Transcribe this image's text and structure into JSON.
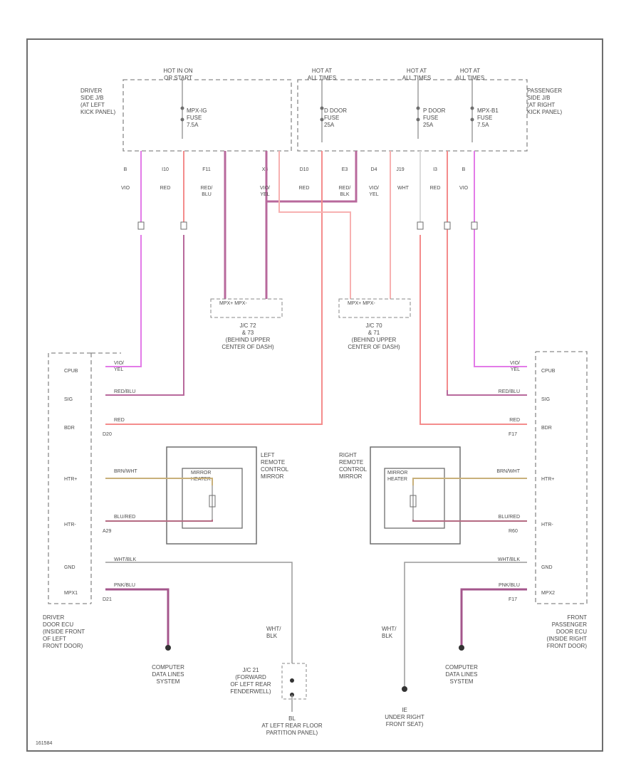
{
  "colors": {
    "frame": "#6e6e6e",
    "dash": "#8a8a8a",
    "text": "#4a4a4a",
    "violet": "#e37be8",
    "red": "#f48c8c",
    "red_blue": "#b8699c",
    "red_yellow": "#f7b1b1",
    "white": "#dcdcdc",
    "brown_white": "#c8b07a",
    "blue_red": "#b46a82",
    "white_black": "#9a9a9a",
    "pink_black": "#a4568c"
  },
  "top": {
    "hot_in_on": "HOT IN ON\nOR START",
    "hot_at_all_times_1": "HOT AT\nALL TIMES",
    "hot_at_all_times_2": "HOT AT\nALL TIMES",
    "hot_at_all_times_3": "HOT AT\nALL TIMES",
    "driver_jb": "DRIVER\nSIDE J/B\n(AT LEFT\nKICK PANEL)",
    "passenger_jb": "PASSENGER\nSIDE J/B\n(AT RIGHT\nKICK PANEL)",
    "fuse_mpx_left": "MPX-IG\nFUSE\n7.5A",
    "fuse_d_door": "D DOOR\nFUSE\n25A",
    "fuse_p_door": "P DOOR\nFUSE\n25A",
    "fuse_mpx_right": "MPX-B1\nFUSE\n7.5A"
  },
  "pins": [
    "B",
    "I10",
    "F11",
    "X3",
    "D10",
    "E3",
    "D4",
    "J19",
    "I3",
    "B"
  ],
  "wire_labels": {
    "vio_1": "VIO",
    "red_1": "RED",
    "red_blu": "RED/\nBLU",
    "vio_yel": "VIO/\nYEL",
    "red_2": "RED",
    "red_blk": "RED/\nBLK",
    "vio_yel_2": "VIO/\nYEL",
    "wht": "WHT",
    "red_3": "RED",
    "vio_2": "VIO"
  },
  "junctions": {
    "jc_left": "J/C 72\n& 73\n(BEHIND UPPER\nCENTER OF DASH)",
    "jc_right": "J/C 70\n& 71\n(BEHIND UPPER\nCENTER OF DASH)",
    "jc_left_pins": "MPX+  MPX-",
    "jc_right_pins": "MPX+  MPX-"
  },
  "left_ecu": {
    "name": "DRIVER\nDOOR ECU\n(INSIDE FRONT\nOF LEFT\nFRONT DOOR)",
    "terminals": [
      "CPUB",
      "SIG",
      "BDR",
      "HTR+",
      "HTR-",
      "GND",
      "MPX1"
    ],
    "wires": [
      "VIO/\nYEL",
      "RED/BLU",
      "RED",
      "BRN/WHT",
      "BLU/RED",
      "WHT/BLK",
      "PNK/BLU"
    ],
    "conn_1": "D20",
    "conn_2": "A29",
    "conn_3": "D21"
  },
  "right_ecu": {
    "name": "FRONT\nPASSENGER\nDOOR ECU\n(INSIDE RIGHT\nFRONT DOOR)",
    "terminals": [
      "CPUB",
      "SIG",
      "BDR",
      "HTR+",
      "HTR-",
      "GND",
      "MPX2"
    ],
    "wires": [
      "VIO/\nYEL",
      "RED/BLU",
      "RED",
      "BRN/WHT",
      "BLU/RED",
      "WHT/BLK",
      "PNK/BLU"
    ],
    "conn_1": "F17",
    "conn_2": "R60",
    "conn_3": "F17"
  },
  "left_mirror": {
    "heater": "MIRROR\nHEATER",
    "label": "LEFT\nREMOTE\nCONTROL\nMIRROR"
  },
  "right_mirror": {
    "heater": "MIRROR\nHEATER",
    "label": "RIGHT\nREMOTE\nCONTROL\nMIRROR"
  },
  "bottom": {
    "computer_left": "COMPUTER\nDATA LINES\nSYSTEM",
    "computer_right": "COMPUTER\nDATA LINES\nSYSTEM",
    "wht_blk_left": "WHT/\nBLK",
    "wht_blk_right": "WHT/\nBLK",
    "jc21": "J/C 21\n(FORWARD\nOF LEFT REAR\nFENDERWELL)",
    "ground_bl": "BL\nAT LEFT REAR FLOOR\nPARTITION PANEL)",
    "ground_ie": "IE\nUNDER RIGHT\nFRONT SEAT)",
    "ref_code": "161584"
  }
}
